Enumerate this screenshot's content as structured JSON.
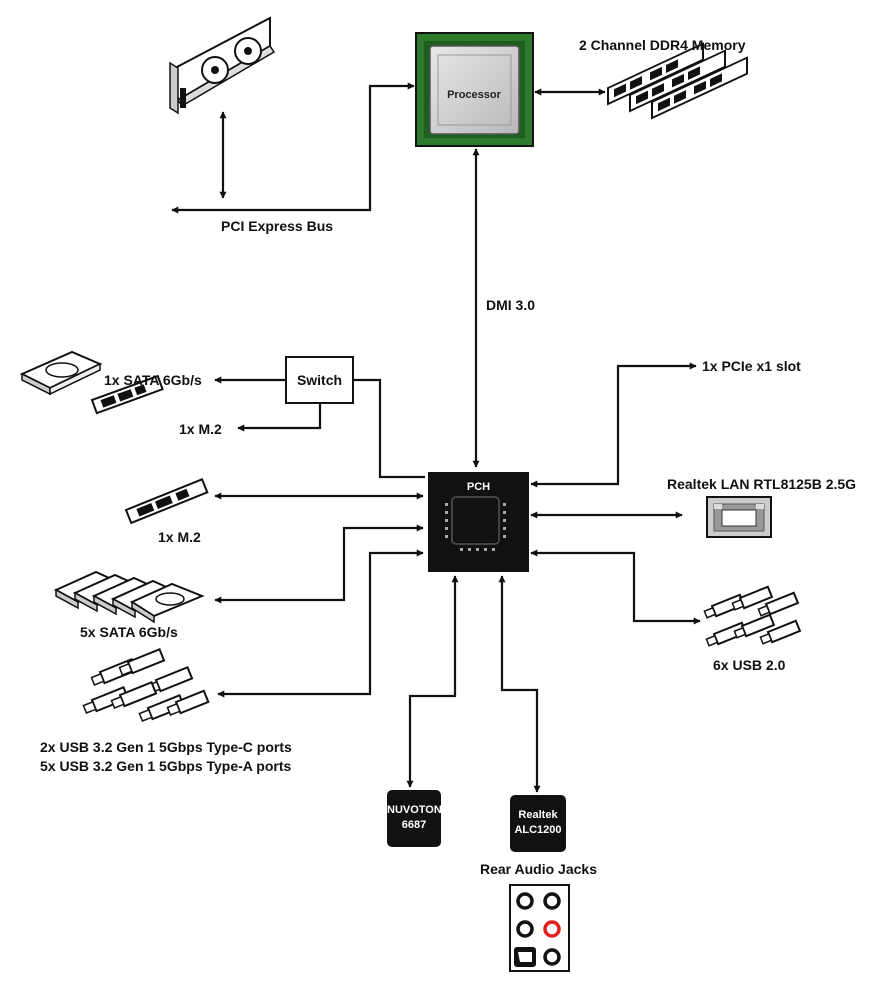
{
  "cpu": {
    "label": "Processor"
  },
  "memory": {
    "label": "2 Channel DDR4 Memory"
  },
  "pcie_bus": {
    "label": "PCI Express Bus"
  },
  "dmi": {
    "label": "DMI 3.0"
  },
  "switch": {
    "label": "Switch"
  },
  "pch": {
    "label": "PCH"
  },
  "left": {
    "sata1": "1x SATA 6Gb/s",
    "m2a": "1x M.2",
    "m2b": "1x M.2",
    "sata5": "5x SATA 6Gb/s",
    "usb_c": "2x USB 3.2 Gen 1 5Gbps Type-C ports",
    "usb_a": "5x USB 3.2 Gen 1 5Gbps Type-A ports"
  },
  "right": {
    "pcie_x1": "1x PCIe x1 slot",
    "lan": "Realtek LAN RTL8125B 2.5G",
    "usb2": "6x USB 2.0"
  },
  "nuvoton": {
    "line1": "NUVOTON",
    "line2": "6687"
  },
  "realtek": {
    "line1": "Realtek",
    "line2": "ALC1200"
  },
  "audio": {
    "label": "Rear Audio Jacks"
  },
  "colors": {
    "line": "#111111",
    "cpu_pcb": "#2d7a2d",
    "chip": "#111111",
    "accent_jack": "#e02020"
  }
}
